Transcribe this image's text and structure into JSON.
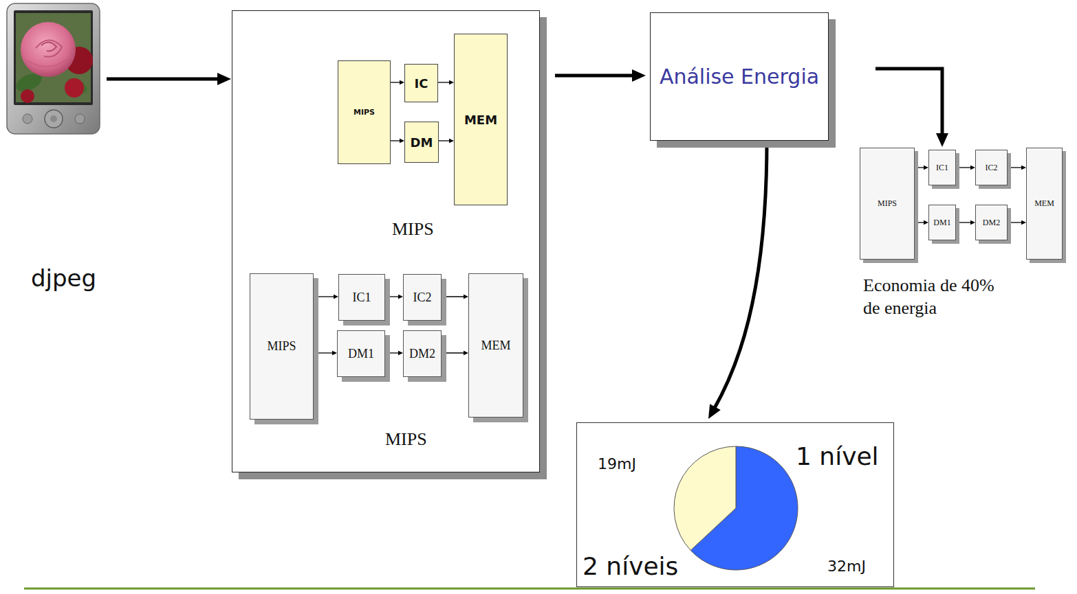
{
  "diagram": {
    "nodes": [
      {
        "text": [
          "djpeg"
        ]
      },
      {
        "text": []
      },
      {
        "text": [
          "MIPS"
        ],
        "in": 1
      },
      {
        "text": [
          "IC"
        ],
        "in": 1
      },
      {
        "text": [
          "DM"
        ],
        "in": 1
      },
      {
        "text": [
          "MEM"
        ],
        "in": 1
      },
      {
        "text": [
          "MIPS"
        ],
        "in": 1
      },
      {
        "text": [
          "IC1"
        ],
        "in": 1
      },
      {
        "text": [
          "IC2"
        ],
        "in": 1
      },
      {
        "text": [
          "DM1"
        ],
        "in": 1
      },
      {
        "text": [
          "DM2"
        ],
        "in": 1
      },
      {
        "text": [
          "MEM"
        ],
        "in": 1
      },
      {
        "text": [
          "Análise Energia"
        ]
      },
      {
        "text": [
          "MIPS"
        ]
      },
      {
        "text": [
          "IC1"
        ]
      },
      {
        "text": [
          "IC2"
        ]
      },
      {
        "text": [
          "DM1"
        ]
      },
      {
        "text": [
          "DM2"
        ]
      },
      {
        "text": [
          "MEM"
        ]
      },
      {
        "text": [
          "19mJ",
          "1 nível",
          "2 níveis",
          "32mJ"
        ]
      }
    ],
    "edges": [
      {
        "from": 0,
        "to": 1,
        "arrow": "to"
      },
      {
        "from": 1,
        "to": 12,
        "arrow": "to"
      },
      {
        "from": 12,
        "to": 14,
        "arrow": "to"
      },
      {
        "from": 12,
        "to": 19,
        "arrow": "to"
      },
      {
        "from": 2,
        "to": 3,
        "arrow": "to"
      },
      {
        "from": 2,
        "to": 4,
        "arrow": "to"
      },
      {
        "from": 3,
        "to": 5,
        "arrow": "to"
      },
      {
        "from": 4,
        "to": 5,
        "arrow": "to"
      },
      {
        "from": 6,
        "to": 7,
        "arrow": "to"
      },
      {
        "from": 7,
        "to": 8,
        "arrow": "to"
      },
      {
        "from": 8,
        "to": 11,
        "arrow": "to"
      },
      {
        "from": 6,
        "to": 9,
        "arrow": "to"
      },
      {
        "from": 9,
        "to": 10,
        "arrow": "to"
      },
      {
        "from": 10,
        "to": 11,
        "arrow": "to"
      },
      {
        "from": 13,
        "to": 14,
        "arrow": "to"
      },
      {
        "from": 14,
        "to": 15,
        "arrow": "to"
      },
      {
        "from": 15,
        "to": 18,
        "arrow": "to"
      },
      {
        "from": 13,
        "to": 16,
        "arrow": "to"
      },
      {
        "from": 16,
        "to": 17,
        "arrow": "to"
      },
      {
        "from": 17,
        "to": 18,
        "arrow": "to"
      }
    ],
    "labels": [
      "MIPS",
      "MIPS",
      "Economia de 40% de energia"
    ]
  }
}
